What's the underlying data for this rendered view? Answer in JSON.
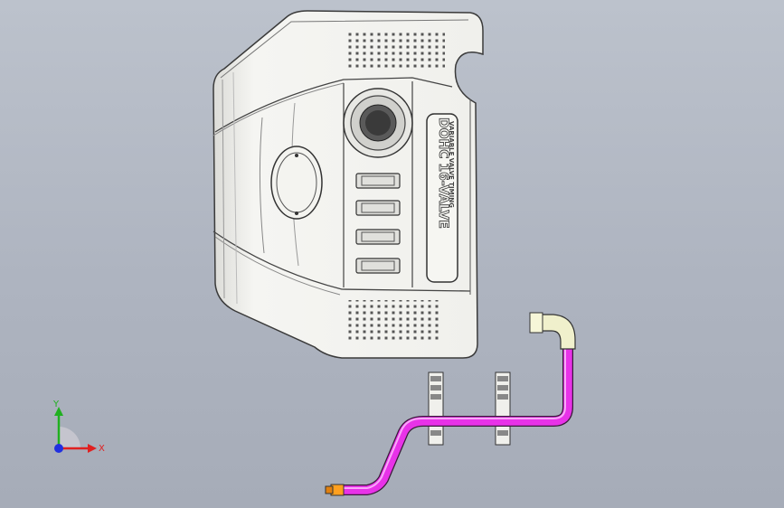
{
  "model": {
    "emblem_main": "DOHC 16-VALVE",
    "emblem_sub": "VARIABLE VALVE TIMING"
  },
  "triad": {
    "x_label": "X",
    "y_label": "Y",
    "colors": {
      "x": "#e02020",
      "y": "#20b020",
      "z": "#2030e0"
    }
  },
  "colors": {
    "background": "#b3b9c4",
    "cover": "#f2f2ee",
    "hose": "#e832e8",
    "hose_end": "#ffa020",
    "connector": "#f0f0cc",
    "outline": "#3a3a3a"
  }
}
